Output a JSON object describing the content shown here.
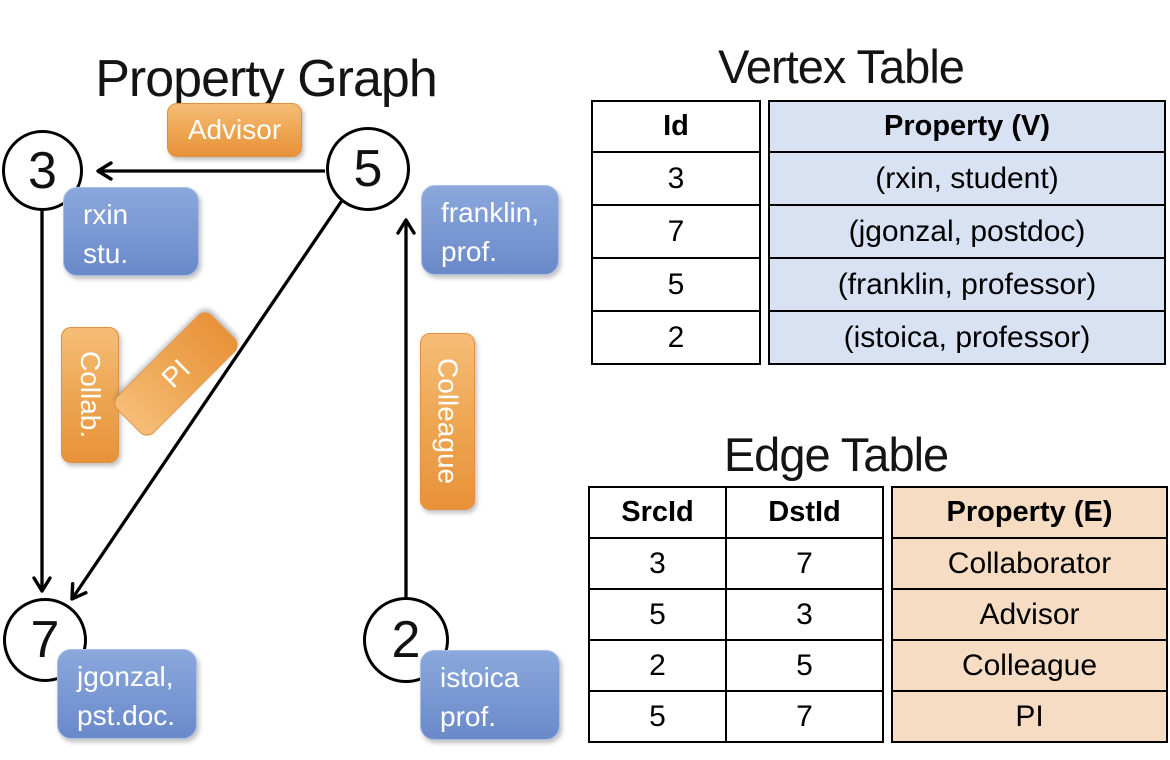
{
  "titles": {
    "graph": "Property Graph",
    "vertex": "Vertex Table",
    "edge": "Edge Table"
  },
  "graph": {
    "nodes": [
      {
        "id": "3",
        "line1": "rxin",
        "line2": "stu."
      },
      {
        "id": "5",
        "line1": "franklin,",
        "line2": "prof."
      },
      {
        "id": "7",
        "line1": "jgonzal,",
        "line2": "pst.doc."
      },
      {
        "id": "2",
        "line1": "istoica",
        "line2": "prof."
      }
    ],
    "edge_labels": {
      "advisor": "Advisor",
      "collab": "Collab.",
      "pi": "PI",
      "colleague": "Colleague"
    }
  },
  "vertex_table": {
    "headers": {
      "id": "Id",
      "property": "Property (V)"
    },
    "rows": [
      {
        "id": "3",
        "property": "(rxin, student)"
      },
      {
        "id": "7",
        "property": "(jgonzal, postdoc)"
      },
      {
        "id": "5",
        "property": "(franklin, professor)"
      },
      {
        "id": "2",
        "property": "(istoica, professor)"
      }
    ]
  },
  "edge_table": {
    "headers": {
      "src": "SrcId",
      "dst": "DstId",
      "property": "Property (E)"
    },
    "rows": [
      {
        "src": "3",
        "dst": "7",
        "property": "Collaborator"
      },
      {
        "src": "5",
        "dst": "3",
        "property": "Advisor"
      },
      {
        "src": "2",
        "dst": "5",
        "property": "Colleague"
      },
      {
        "src": "5",
        "dst": "7",
        "property": "PI"
      }
    ]
  },
  "colors": {
    "orange_light": "#f5bd77",
    "orange_dark": "#e8923a",
    "blue_light": "#8ba8dc",
    "blue_dark": "#6a89c9",
    "vertex_col_bg": "#d9e2f3",
    "edge_col_bg": "#f5dcc2",
    "line": "#000000"
  }
}
